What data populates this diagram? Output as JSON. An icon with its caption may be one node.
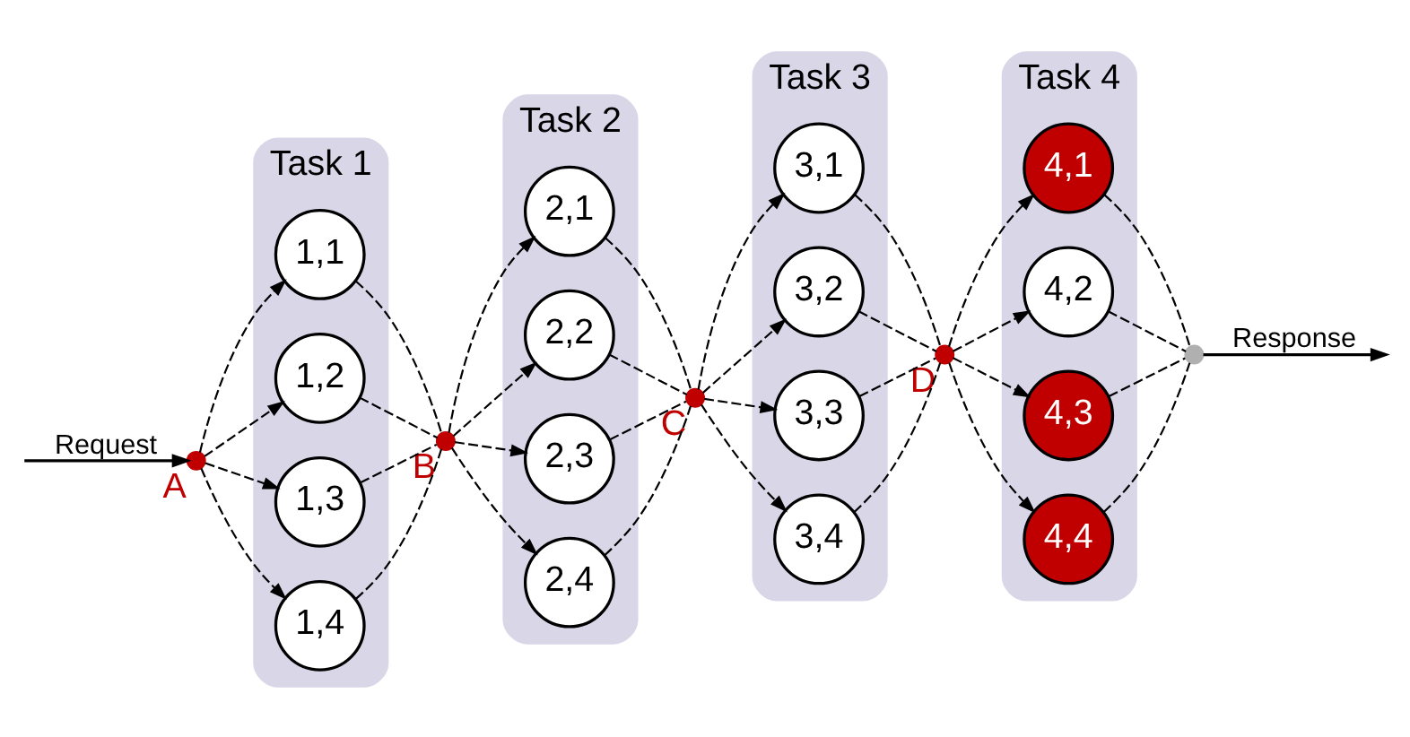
{
  "diagram": {
    "nodes": [
      {
        "text": [
          "Task 1"
        ]
      },
      {
        "text": [
          "1,1"
        ],
        "in": 0
      },
      {
        "text": [
          "1,2"
        ],
        "in": 0
      },
      {
        "text": [
          "1,3"
        ],
        "in": 0
      },
      {
        "text": [
          "1,4"
        ],
        "in": 0
      },
      {
        "text": [
          "Task 2"
        ]
      },
      {
        "text": [
          "2,1"
        ],
        "in": 5
      },
      {
        "text": [
          "2,2"
        ],
        "in": 5
      },
      {
        "text": [
          "2,3"
        ],
        "in": 5
      },
      {
        "text": [
          "2,4"
        ],
        "in": 5
      },
      {
        "text": [
          "Task 3"
        ]
      },
      {
        "text": [
          "3,1"
        ],
        "in": 10
      },
      {
        "text": [
          "3,2"
        ],
        "in": 10
      },
      {
        "text": [
          "3,3"
        ],
        "in": 10
      },
      {
        "text": [
          "3,4"
        ],
        "in": 10
      },
      {
        "text": [
          "Task 4"
        ]
      },
      {
        "text": [
          "4,1"
        ],
        "in": 15
      },
      {
        "text": [
          "4,2"
        ],
        "in": 15
      },
      {
        "text": [
          "4,3"
        ],
        "in": 15
      },
      {
        "text": [
          "4,4"
        ],
        "in": 15
      },
      {
        "text": [],
        "shape": "circle",
        "beside": [
          "A"
        ]
      },
      {
        "text": [],
        "shape": "circle",
        "beside": [
          "B"
        ]
      },
      {
        "text": [],
        "shape": "circle",
        "beside": [
          "C"
        ]
      },
      {
        "text": [],
        "shape": "circle",
        "beside": [
          "D"
        ]
      },
      {
        "text": [],
        "shape": "circle"
      }
    ],
    "edges": [
      {
        "from": null,
        "to": 20,
        "arrow": "to",
        "label": "Request"
      },
      {
        "from": 20,
        "to": 1,
        "arrow": "to",
        "style": "dashed"
      },
      {
        "from": 20,
        "to": 2,
        "arrow": "to",
        "style": "dashed"
      },
      {
        "from": 20,
        "to": 3,
        "arrow": "to",
        "style": "dashed"
      },
      {
        "from": 20,
        "to": 4,
        "arrow": "to",
        "style": "dashed"
      },
      {
        "from": 1,
        "to": 21,
        "arrow": "none",
        "style": "dashed"
      },
      {
        "from": 2,
        "to": 21,
        "arrow": "none",
        "style": "dashed"
      },
      {
        "from": 3,
        "to": 21,
        "arrow": "none",
        "style": "dashed"
      },
      {
        "from": 4,
        "to": 21,
        "arrow": "none",
        "style": "dashed"
      },
      {
        "from": 21,
        "to": 6,
        "arrow": "to",
        "style": "dashed"
      },
      {
        "from": 21,
        "to": 7,
        "arrow": "to",
        "style": "dashed"
      },
      {
        "from": 21,
        "to": 8,
        "arrow": "to",
        "style": "dashed"
      },
      {
        "from": 21,
        "to": 9,
        "arrow": "to",
        "style": "dashed"
      },
      {
        "from": 6,
        "to": 22,
        "arrow": "none",
        "style": "dashed"
      },
      {
        "from": 7,
        "to": 22,
        "arrow": "none",
        "style": "dashed"
      },
      {
        "from": 8,
        "to": 22,
        "arrow": "none",
        "style": "dashed"
      },
      {
        "from": 9,
        "to": 22,
        "arrow": "none",
        "style": "dashed"
      },
      {
        "from": 22,
        "to": 11,
        "arrow": "to",
        "style": "dashed"
      },
      {
        "from": 22,
        "to": 12,
        "arrow": "to",
        "style": "dashed"
      },
      {
        "from": 22,
        "to": 13,
        "arrow": "to",
        "style": "dashed"
      },
      {
        "from": 22,
        "to": 14,
        "arrow": "to",
        "style": "dashed"
      },
      {
        "from": 11,
        "to": 23,
        "arrow": "none",
        "style": "dashed"
      },
      {
        "from": 12,
        "to": 23,
        "arrow": "none",
        "style": "dashed"
      },
      {
        "from": 13,
        "to": 23,
        "arrow": "none",
        "style": "dashed"
      },
      {
        "from": 14,
        "to": 23,
        "arrow": "none",
        "style": "dashed"
      },
      {
        "from": 23,
        "to": 16,
        "arrow": "to",
        "style": "dashed"
      },
      {
        "from": 23,
        "to": 17,
        "arrow": "to",
        "style": "dashed"
      },
      {
        "from": 23,
        "to": 18,
        "arrow": "to",
        "style": "dashed"
      },
      {
        "from": 23,
        "to": 19,
        "arrow": "to",
        "style": "dashed"
      },
      {
        "from": 16,
        "to": 24,
        "arrow": "none",
        "style": "dashed"
      },
      {
        "from": 17,
        "to": 24,
        "arrow": "none",
        "style": "dashed"
      },
      {
        "from": 18,
        "to": 24,
        "arrow": "none",
        "style": "dashed"
      },
      {
        "from": 19,
        "to": 24,
        "arrow": "none",
        "style": "dashed"
      },
      {
        "from": 24,
        "to": null,
        "arrow": "to",
        "label": "Response"
      }
    ]
  }
}
